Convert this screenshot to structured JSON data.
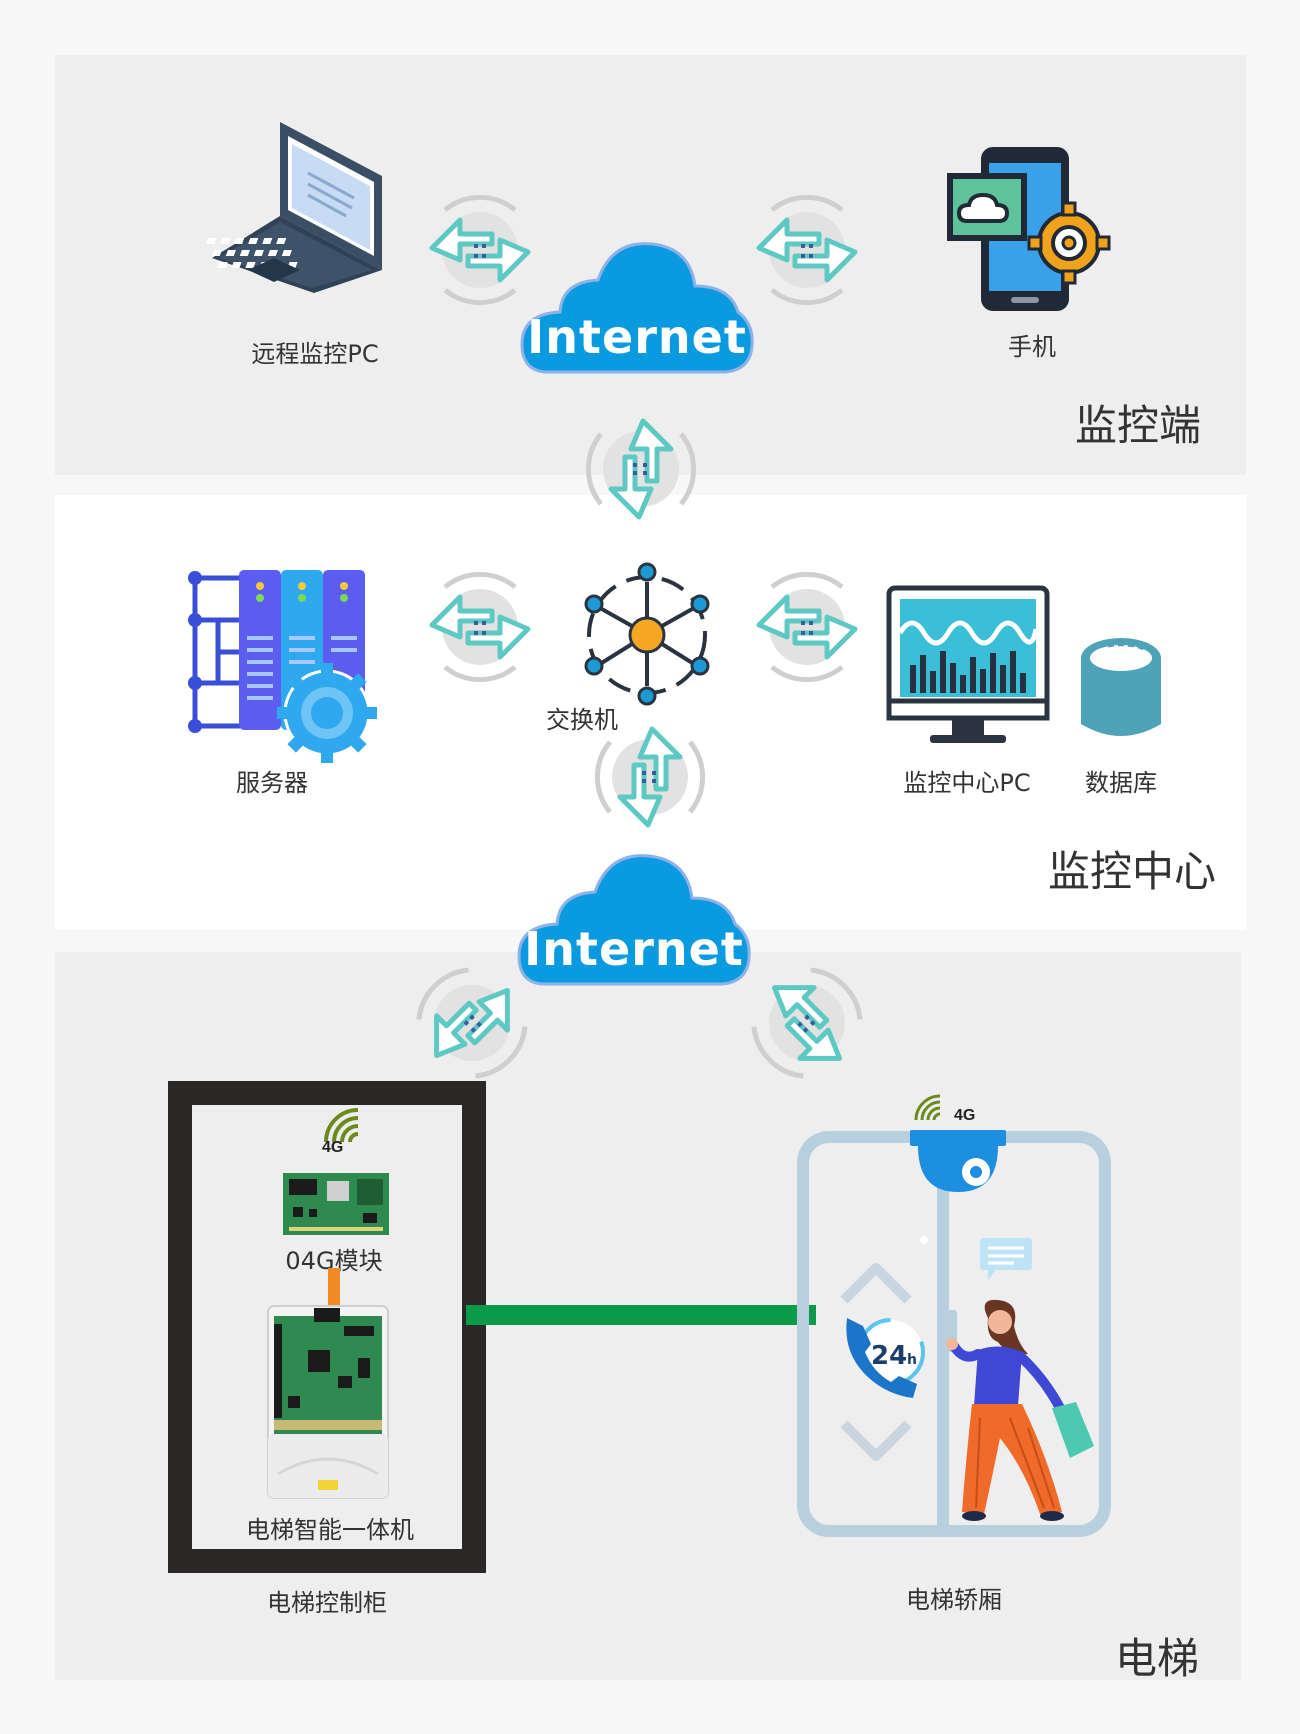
{
  "sections": {
    "top": "监控端",
    "middle": "监控中心",
    "bottom": "电梯"
  },
  "nodes": {
    "remote_pc": "远程监控PC",
    "phone": "手机",
    "cloud": "Internet",
    "server": "服务器",
    "switch": "交换机",
    "monitor_pc": "监控中心PC",
    "database": "数据库",
    "module_4g": "04G模块",
    "elevator_board": "电梯智能一体机",
    "control_cabinet": "电梯控制柜",
    "car": "电梯轿厢",
    "signal_badge": "4G",
    "hours_badge": "24",
    "hours_suffix": "h"
  },
  "colors": {
    "cloud": "#0a9ae0",
    "arrow": "#5ec9c3",
    "link_line": "#0a9a4a",
    "cabinet_frame": "#2c2727",
    "car_frame": "#b8cfdd"
  },
  "icons": {
    "arrows": "bidirectional-arrow-icon",
    "laptop": "laptop-icon",
    "phone": "smartphone-icon",
    "server": "server-rack-icon",
    "switch": "network-hub-icon",
    "monitor": "monitor-chart-icon",
    "database": "database-cylinder-icon",
    "camera": "dome-camera-icon",
    "signal": "wireless-signal-icon",
    "phone_24h": "24h-phone-icon"
  }
}
